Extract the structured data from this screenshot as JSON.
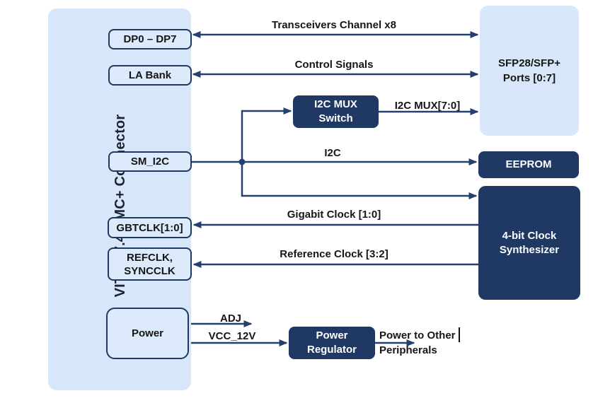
{
  "colors": {
    "navy_block": "#1f3864",
    "wire": "#24406e",
    "panel_fill": "#d7e7f9",
    "port_fill": "#dceafb",
    "port_border": "#1f3864",
    "block_text": "#ffffff",
    "label_text": "#161616"
  },
  "connector": {
    "title": "VITA 57.4 FMC+ Connector"
  },
  "ports": [
    {
      "label": "DP0 – DP7"
    },
    {
      "label": "LA Bank"
    },
    {
      "label": "SM_I2C"
    },
    {
      "label": "GBTCLK[1:0]"
    },
    {
      "label": "REFCLK,\nSYNCCLK"
    },
    {
      "label": "Power"
    }
  ],
  "blocks": {
    "sfp": {
      "label": "SFP28/SFP+\nPorts [0:7]"
    },
    "i2c_mux": {
      "label": "I2C MUX\nSwitch"
    },
    "eeprom": {
      "label": "EEPROM"
    },
    "clock_synth": {
      "label": "4-bit Clock\nSynthesizer"
    },
    "power_regulator": {
      "label": "Power\nRegulator"
    }
  },
  "signals": {
    "transceivers": "Transceivers Channel x8",
    "control": "Control Signals",
    "i2c_mux_bus": "I2C MUX[7:0]",
    "i2c": "I2C",
    "gigabit_clock": "Gigabit Clock [1:0]",
    "reference_clock": "Reference Clock [3:2]",
    "adj": "ADJ",
    "vcc_12v": "VCC_12V",
    "power_out": "Power to Other\nPeripherals"
  }
}
